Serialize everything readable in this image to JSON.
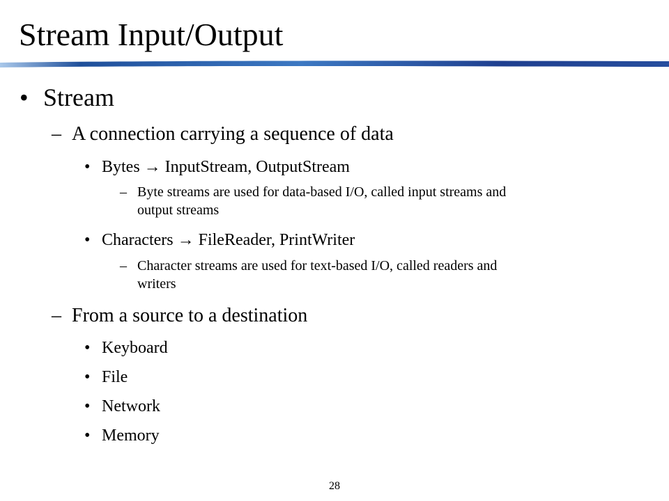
{
  "slide": {
    "title": "Stream Input/Output",
    "bullet_glyph": "•",
    "dash_glyph": "–",
    "level1": {
      "text": "Stream"
    },
    "level2": [
      {
        "text": "A connection carrying a sequence of data"
      },
      {
        "text": "From a source to a destination"
      }
    ],
    "level3": [
      {
        "text": "Bytes → InputStream, OutputStream"
      },
      {
        "text": "Characters → FileReader, PrintWriter"
      },
      {
        "text": "Keyboard"
      },
      {
        "text": "File"
      },
      {
        "text": "Network"
      },
      {
        "text": "Memory"
      }
    ],
    "level4": [
      {
        "line1": "Byte streams are used for data-based I/O, called input streams and",
        "line2": "output streams"
      },
      {
        "line1": "Character streams are used for text-based I/O, called readers and",
        "line2": "writers"
      }
    ],
    "page_number": "28"
  },
  "colors": {
    "accent_dark": "#1f3f8f",
    "accent_light": "#a9c8ea",
    "text": "#000000"
  }
}
